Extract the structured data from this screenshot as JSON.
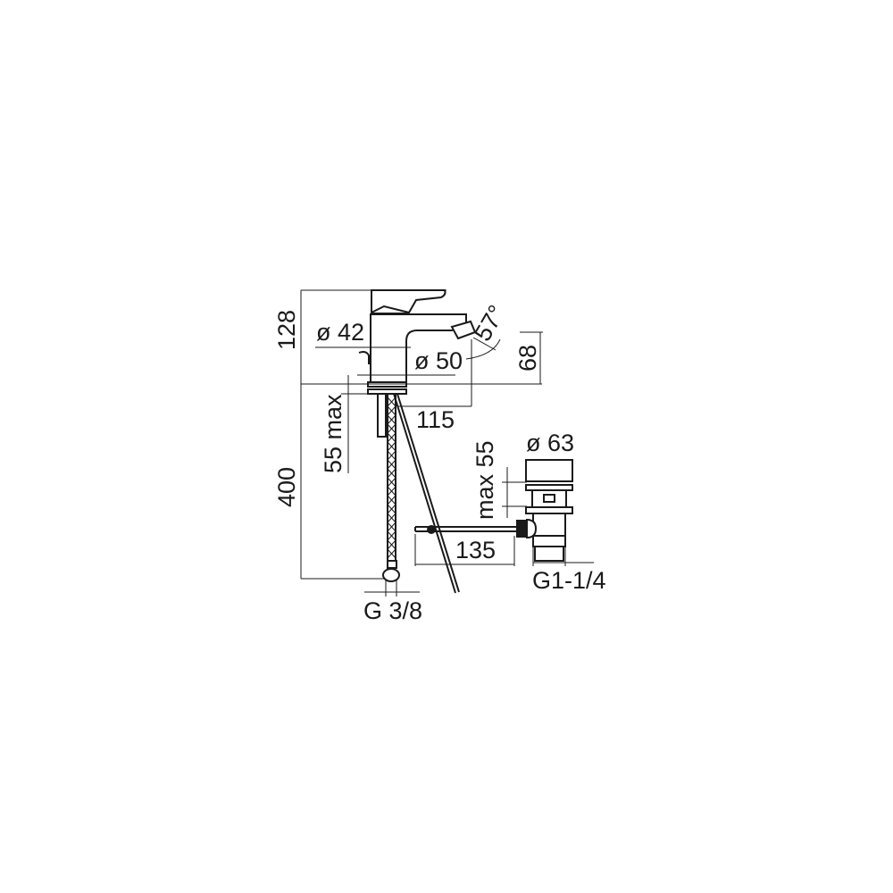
{
  "drawing": {
    "dimensions": {
      "height_total": "128",
      "body_diameter": "ø 42",
      "base_diameter": "ø 50",
      "spout_angle": "57°",
      "spout_height": "68",
      "spout_reach": "115",
      "deck_thickness": "55 max",
      "hose_length": "400",
      "hose_thread": "G 3/8",
      "waste_diameter": "ø 63",
      "waste_max_thickness": "max 55",
      "rod_length": "135",
      "waste_thread": "G1-1/4"
    }
  }
}
